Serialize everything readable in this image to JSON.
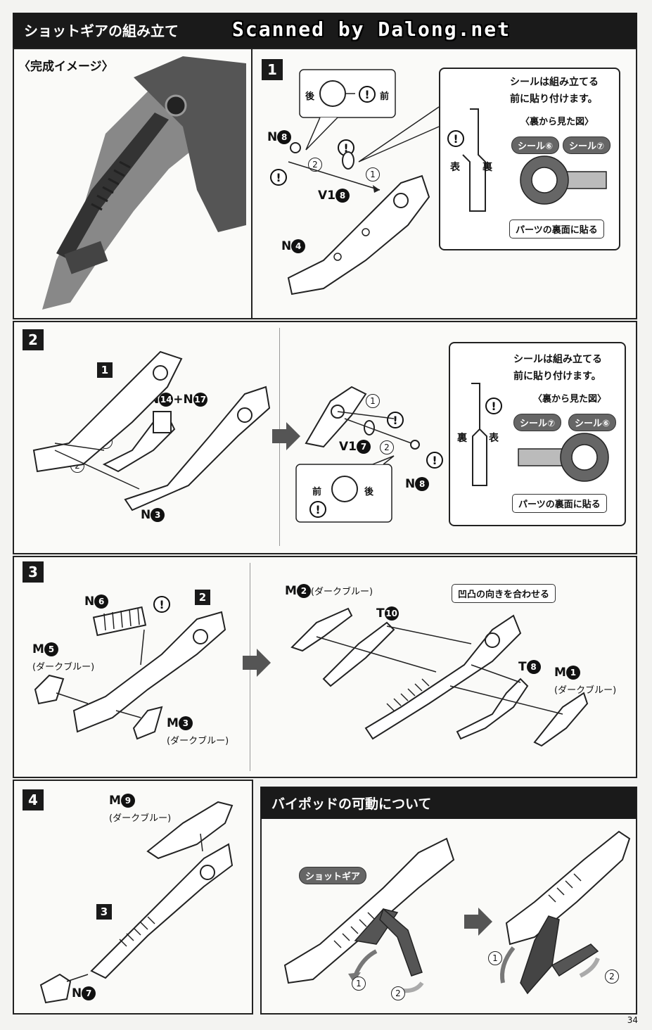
{
  "header": {
    "title": "ショットギアの組み立て",
    "watermark": "Scanned by Dalong.net"
  },
  "completed": {
    "label": "〈完成イメージ〉"
  },
  "step1": {
    "number": "1",
    "hint_back": "後",
    "hint_front": "前",
    "part_n8": "N",
    "part_n8_num": "8",
    "part_v18": "V1",
    "part_v18_num": "8",
    "part_n4": "N",
    "part_n4_num": "4",
    "order_1": "1",
    "order_2": "2",
    "warn": "!",
    "side_front": "表",
    "side_back": "裏",
    "sticker_note_line1": "シールは組み立てる",
    "sticker_note_line2": "前に貼り付けます。",
    "view_label": "〈裏から見た図〉",
    "sticker_a": "シール⑥",
    "sticker_b": "シール⑦",
    "apply_note": "パーツの裏面に貼る"
  },
  "step2": {
    "number": "2",
    "ref_step": "1",
    "part_n14_n17": "N",
    "part_n14": "14",
    "plus": "+N",
    "part_n17": "17",
    "part_n3": "N",
    "part_n3_num": "3",
    "order_1": "1",
    "order_2": "2",
    "part_v17": "V1",
    "part_v17_num": "7",
    "part_n8": "N",
    "part_n8_num": "8",
    "hint_front": "前",
    "hint_back": "後",
    "side_back": "裏",
    "side_front": "表",
    "sticker_note_line1": "シールは組み立てる",
    "sticker_note_line2": "前に貼り付けます。",
    "view_label": "〈裏から見た図〉",
    "sticker_a": "シール⑦",
    "sticker_b": "シール⑥",
    "apply_note": "パーツの裏面に貼る",
    "warn": "!"
  },
  "step3": {
    "number": "3",
    "ref_step": "2",
    "part_n6": "N",
    "part_n6_num": "6",
    "part_m5": "M",
    "part_m5_num": "5",
    "m5_color": "(ダークブルー)",
    "part_m3": "M",
    "part_m3_num": "3",
    "m3_color": "(ダークブルー)",
    "part_m2": "M",
    "part_m2_num": "2",
    "m2_color": "(ダークブルー)",
    "part_t10": "T",
    "part_t10_num": "10",
    "align_note": "凹凸の向きを合わせる",
    "part_t8": "T",
    "part_t8_num": "8",
    "part_m1": "M",
    "part_m1_num": "1",
    "m1_color": "(ダークブルー)",
    "warn": "!"
  },
  "step4": {
    "number": "4",
    "part_m9": "M",
    "part_m9_num": "9",
    "m9_color": "(ダークブルー)",
    "ref_step": "3",
    "part_n7": "N",
    "part_n7_num": "7"
  },
  "bipod": {
    "title": "バイポッドの可動について",
    "shot_gear_label": "ショットギア",
    "order_1": "1",
    "order_2": "2"
  },
  "page_number": "34"
}
